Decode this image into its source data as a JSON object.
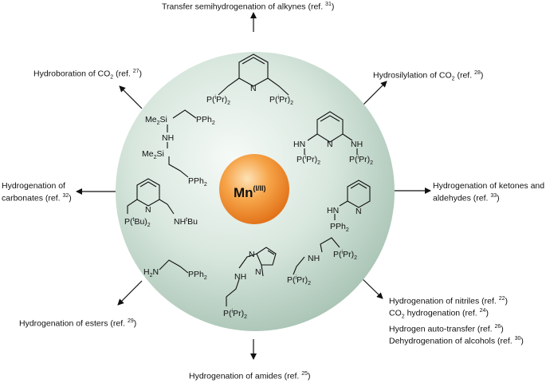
{
  "center": {
    "metal": "Mn",
    "oxidation": "(I/II)"
  },
  "colors": {
    "sphere": "#cfe0d6",
    "core": "#f08a2c",
    "arrow": "#111111"
  },
  "applications": {
    "top": {
      "text": "Transfer semihydrogenation of alkynes (ref. ",
      "ref": "31",
      "close": ")"
    },
    "upper_left": {
      "pre": "Hydroboration of CO",
      "sub": "2",
      "text": " (ref. ",
      "ref": "27",
      "close": ")"
    },
    "upper_right": {
      "pre": "Hydrosilylation of CO",
      "sub": "2",
      "text": " (ref. ",
      "ref": "28",
      "close": ")"
    },
    "left_line1": "Hydrogenation of",
    "left_line2": {
      "text": "carbonates (ref. ",
      "ref": "32",
      "close": ")"
    },
    "right_line1": "Hydrogenation of ketones and",
    "right_line2": {
      "text": "aldehydes (ref. ",
      "ref": "33",
      "close": ")"
    },
    "lower_left": {
      "text": "Hydrogenation of esters (ref. ",
      "ref": "29",
      "close": ")"
    },
    "bottom": {
      "text": "Hydrogenation of amides (ref. ",
      "ref": "25",
      "close": ")"
    },
    "lower_right": [
      {
        "pre": "Hydrogenation of nitriles (ref. ",
        "ref": "22",
        "close": ")"
      },
      {
        "pre": "CO",
        "sub": "2",
        "mid": " hydrogenation (ref. ",
        "ref": "24",
        "close": ")"
      },
      {
        "pre": "Hydrogen auto-transfer (ref. ",
        "ref": "26",
        "close": ")"
      },
      {
        "pre": "Dehydrogenation of alcohols (ref. ",
        "ref": "30",
        "close": ")"
      }
    ]
  },
  "ligand_labels": {
    "pnp_top": {
      "left": "P(",
      "lsup": "i",
      "ltail": "Pr)",
      "lsub": "2",
      "N": "N"
    },
    "silyl": {
      "me2si": "Me",
      "me2si_sub": "2",
      "si": "Si",
      "nh": "NH",
      "pph2": "PPh",
      "pph2_sub": "2"
    },
    "pnnp": {
      "hn": "HN",
      "nh": "NH",
      "n": "N",
      "p": "P(",
      "psup": "i",
      "ptail": "Pr)",
      "psub": "2"
    },
    "pyr_left": {
      "n": "N",
      "pl": "P(",
      "plsup": "t",
      "pltail": "Bu)",
      "plsub": "2",
      "nh": "NH",
      "nhsup": "t",
      "nhtail": "Bu"
    },
    "pyr_right": {
      "n": "N",
      "hn": "HN",
      "pph": "PPh",
      "pphsub": "2"
    },
    "amine": {
      "h2n": "H",
      "h2n_sub": "2",
      "h2n_tail": "N",
      "pph": "PPh",
      "pphsub": "2"
    },
    "imid": {
      "n": "N",
      "nh": "NH",
      "p": "P(",
      "psup": "i",
      "ptail": "Pr)",
      "psub": "2"
    },
    "pnp_ch": {
      "nh": "NH",
      "p": "P(",
      "psup": "i",
      "ptail": "Pr)",
      "psub": "2"
    }
  }
}
